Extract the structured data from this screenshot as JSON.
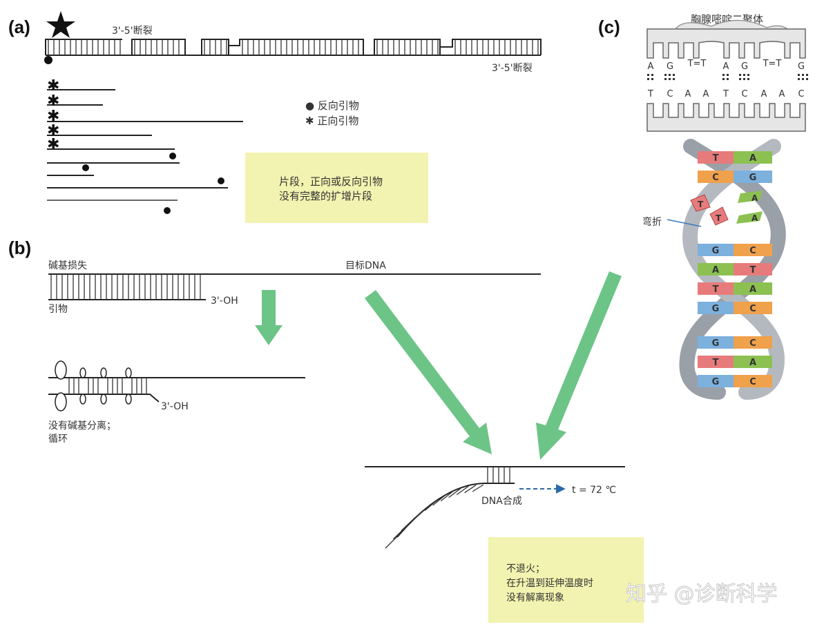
{
  "panels": {
    "a": "(a)",
    "b": "(b)",
    "c": "(c)"
  },
  "a": {
    "break_top": "3'-5'断裂",
    "break_bottom": "3'-5'断裂",
    "legend_reverse": "● 反向引物",
    "legend_forward": "✱ 正向引物",
    "note_line1": "片段，正向或反向引物",
    "note_line2": "没有完整的扩增片段"
  },
  "b": {
    "base_loss": "碱基损失",
    "target": "目标DNA",
    "primer": "引物",
    "oh1": "3'-OH",
    "oh2": "3'-OH",
    "no_sep1": "没有碱基分离；",
    "no_sep2": "循环",
    "synthesis": "DNA合成",
    "temp": "t = 72 ℃",
    "note_line1": "不退火；",
    "note_line2": "在升温到延伸温度时",
    "note_line3": "没有解离现象"
  },
  "c": {
    "dimer": "胸腺嘧啶二聚体",
    "top_bases": [
      "A",
      "G",
      "T=T",
      "A",
      "G",
      "T=T",
      "G"
    ],
    "bottom_bases": [
      "T",
      "C",
      "A",
      "A",
      "T",
      "C",
      "A",
      "A",
      "C"
    ],
    "bend": "弯折",
    "helix_pairs": [
      [
        "T",
        "A"
      ],
      [
        "C",
        "G"
      ],
      [
        "T",
        "A"
      ],
      [
        "G",
        "C"
      ],
      [
        "A",
        "T"
      ],
      [
        "T",
        "A"
      ],
      [
        "G",
        "C"
      ],
      [
        "G",
        "C"
      ],
      [
        "T",
        "A"
      ],
      [
        "G",
        "C"
      ]
    ]
  },
  "watermark": "知乎 @诊断科学",
  "colors": {
    "arrow": "#6cc487",
    "note": "#f2f3b0",
    "dashed": "#2a6aa8"
  }
}
